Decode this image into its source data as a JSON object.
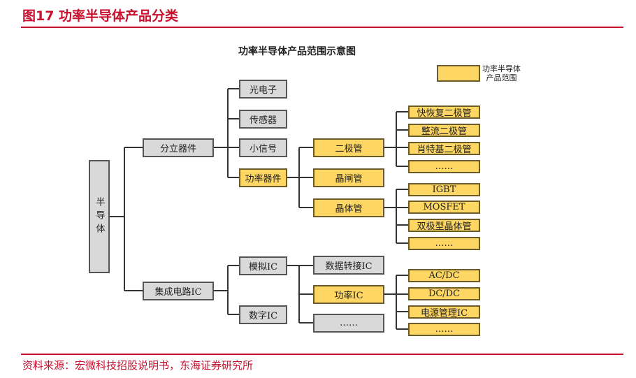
{
  "header": {
    "title": "图17  功率半导体产品分类"
  },
  "diagram": {
    "title": "功率半导体产品范围示意图",
    "legend": {
      "line1": "功率半导体",
      "line2": "产品范围",
      "color": "#fdd663"
    },
    "root": "半导体",
    "l1": {
      "discrete": "分立器件",
      "ic": "集成电路IC"
    },
    "l2": {
      "opto": "光电子",
      "sensor": "传感器",
      "small_signal": "小信号",
      "power_device": "功率器件",
      "analog_ic": "模拟IC",
      "digital_ic": "数字IC"
    },
    "l3": {
      "diode": "二极管",
      "thyristor": "晶闸管",
      "transistor": "晶体管",
      "data_ic": "数据转接IC",
      "power_ic": "功率IC",
      "more": "……"
    },
    "l4": {
      "diodes": [
        "快恢复二极管",
        "整流二极管",
        "肖特基二极管",
        "……"
      ],
      "transistors": [
        "IGBT",
        "MOSFET",
        "双极型晶体管",
        "……"
      ],
      "power_ics": [
        "AC/DC",
        "DC/DC",
        "电源管理IC",
        "……"
      ]
    }
  },
  "footer": {
    "source": "资料来源：宏微科技招股说明书，东海证券研究所"
  }
}
